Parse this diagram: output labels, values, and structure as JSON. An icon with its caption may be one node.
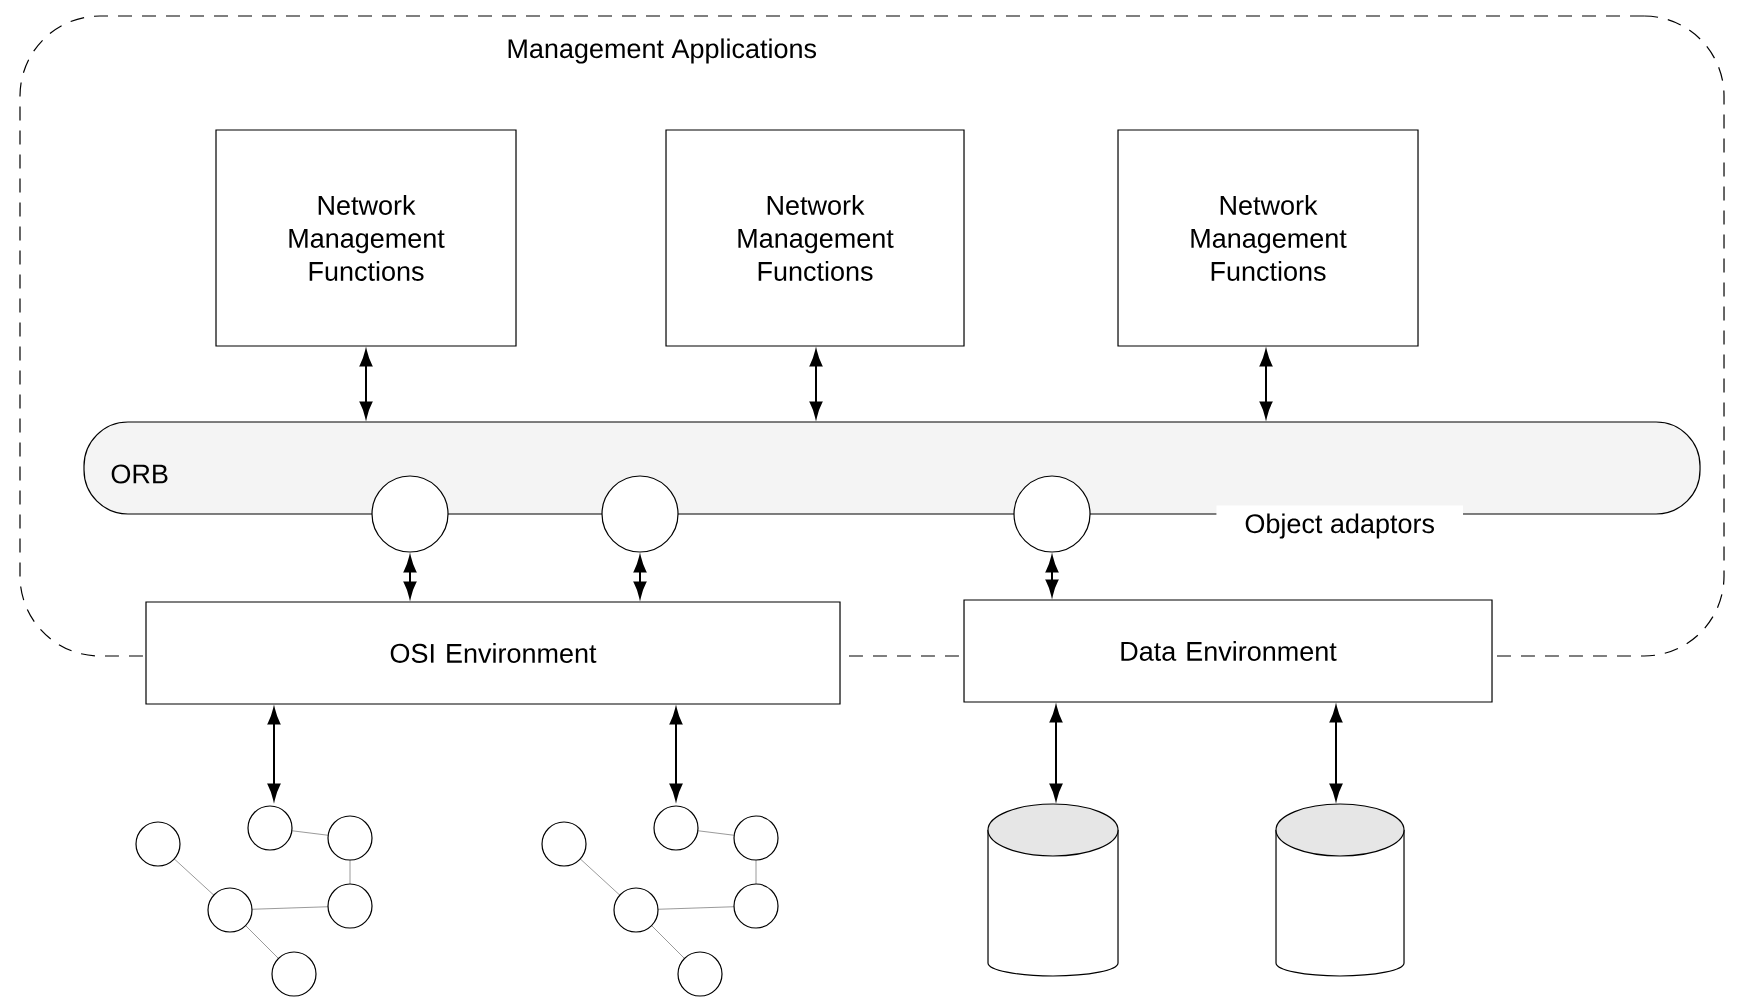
{
  "diagram": {
    "nodes": [
      {
        "text": [
          "Management Applications"
        ]
      },
      {
        "text": [
          "Network Management Functions"
        ],
        "in": 0
      },
      {
        "text": [
          "Network Management Functions"
        ],
        "in": 0
      },
      {
        "text": [
          "Network Management Functions"
        ],
        "in": 0
      },
      {
        "text": [
          "ORB"
        ],
        "in": 0
      },
      {
        "text": [],
        "shape": "circle",
        "in": 0
      },
      {
        "text": [],
        "shape": "circle",
        "in": 0
      },
      {
        "text": [],
        "shape": "circle",
        "in": 0
      },
      {
        "text": [
          "OSI Environment"
        ]
      },
      {
        "text": [
          "Data Environment"
        ]
      },
      {
        "text": [],
        "shape": "picture"
      },
      {
        "text": [],
        "shape": "picture"
      },
      {
        "text": [],
        "shape": "cylinder"
      },
      {
        "text": [],
        "shape": "cylinder"
      }
    ],
    "edges": [
      {
        "from": 1,
        "to": 4,
        "arrow": "both"
      },
      {
        "from": 2,
        "to": 4,
        "arrow": "both"
      },
      {
        "from": 3,
        "to": 4,
        "arrow": "both"
      },
      {
        "from": 5,
        "to": 8,
        "arrow": "both"
      },
      {
        "from": 6,
        "to": 8,
        "arrow": "both"
      },
      {
        "from": 7,
        "to": 9,
        "arrow": "both"
      },
      {
        "from": 8,
        "to": 10,
        "arrow": "both"
      },
      {
        "from": 8,
        "to": 11,
        "arrow": "both"
      },
      {
        "from": 9,
        "to": 12,
        "arrow": "both"
      },
      {
        "from": 9,
        "to": 13,
        "arrow": "both"
      }
    ],
    "labels": [
      "Object adaptors"
    ]
  }
}
